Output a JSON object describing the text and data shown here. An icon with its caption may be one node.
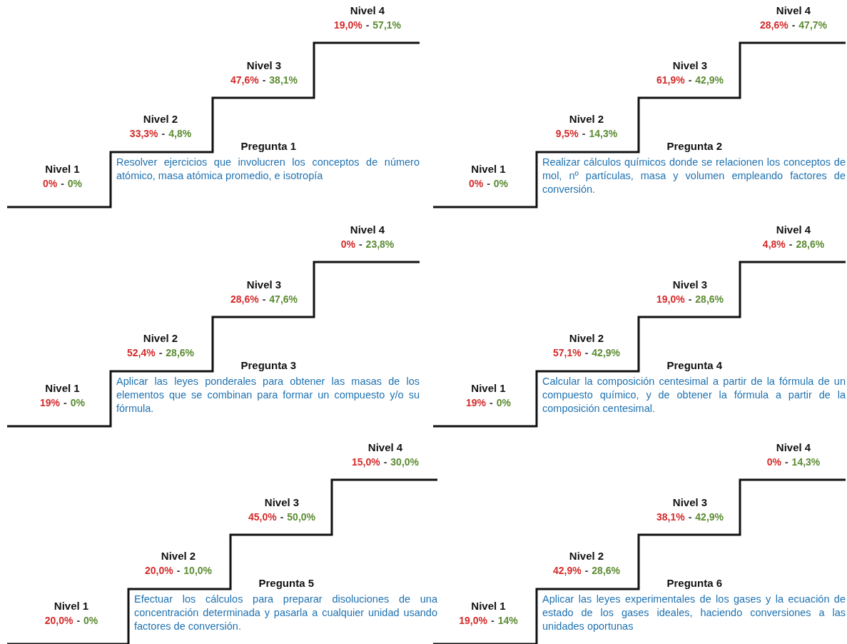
{
  "diagram": {
    "labels": [
      "Nivel 4",
      "19,0%",
      "-",
      "57,1%",
      "Nivel 3",
      "47,6%",
      "-",
      "38,1%",
      "Nivel 2",
      "33,3%",
      "-",
      "4,8%",
      "Pregunta 1",
      "Resolver ejercicios que involucren los conceptos de número atómico, masa atómica promedio, e isotropía",
      "Nivel 1",
      "0%",
      "-",
      "0%",
      "Nivel 4",
      "28,6%",
      "-",
      "47,7%",
      "Nivel 3",
      "61,9%",
      "-",
      "42,9%",
      "Nivel 2",
      "9,5%",
      "-",
      "14,3%",
      "Pregunta 2",
      "Realizar cálculos químicos donde se relacionen los conceptos de mol, nº partículas, masa y volumen empleando factores de conversión.",
      "Nivel 1",
      "0%",
      "-",
      "0%",
      "Nivel 4",
      "0%",
      "-",
      "23,8%",
      "Nivel 3",
      "28,6%",
      "-",
      "47,6%",
      "Nivel 2",
      "52,4%",
      "-",
      "28,6%",
      "Pregunta 3",
      "Aplicar las leyes ponderales para obtener las masas de los elementos que se combinan para formar un compuesto y/o su fórmula.",
      "Nivel 1",
      "19%",
      "-",
      "0%",
      "Nivel 4",
      "4,8%",
      "-",
      "28,6%",
      "Nivel 3",
      "19,0%",
      "-",
      "28,6%",
      "Nivel 2",
      "57,1%",
      "-",
      "42,9%",
      "Pregunta 4",
      "Calcular la composición centesimal a partir de la fórmula de un compuesto químico, y de obtener la fórmula a partir de la composición centesimal.",
      "Nivel 1",
      "19%",
      "-",
      "0%",
      "Nivel 4",
      "15,0%",
      "-",
      "30,0%",
      "Nivel 3",
      "45,0%",
      "-",
      "50,0%",
      "Nivel 2",
      "20,0%",
      "-",
      "10,0%",
      "Pregunta 5",
      "Efectuar los cálculos para preparar disoluciones de una concentración determinada y pasarla a cualquier unidad usando factores de conversión.",
      "Nivel 1",
      "20,0%",
      "-",
      "0%",
      "Nivel 4",
      "0%",
      "-",
      "14,3%",
      "Nivel 3",
      "38,1%",
      "-",
      "42,9%",
      "Nivel 2",
      "42,9%",
      "-",
      "28,6%",
      "Pregunta 6",
      "Aplicar las leyes experimentales de los gases y la ecuación de estado de los gases ideales, haciendo conversiones a las unidades oportunas",
      "Nivel 1",
      "19,0%",
      "-",
      "14%"
    ]
  }
}
